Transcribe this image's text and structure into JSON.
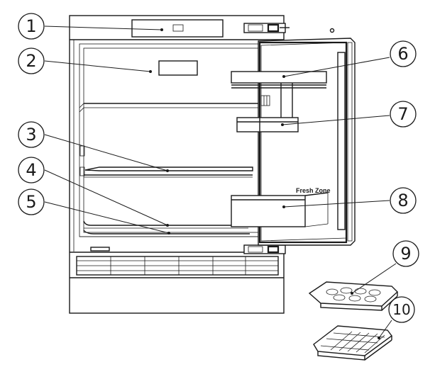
{
  "callouts": [
    {
      "number": "1"
    },
    {
      "number": "2"
    },
    {
      "number": "3"
    },
    {
      "number": "4"
    },
    {
      "number": "5"
    },
    {
      "number": "6"
    },
    {
      "number": "7"
    },
    {
      "number": "8"
    },
    {
      "number": "9"
    },
    {
      "number": "10"
    }
  ],
  "labels": {
    "fresh_zone": "Fresh Zone"
  }
}
